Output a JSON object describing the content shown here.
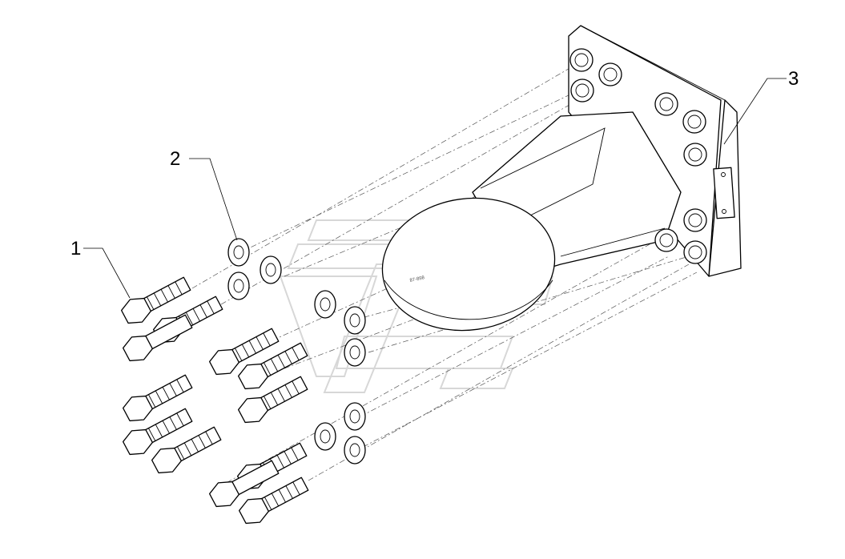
{
  "callouts": [
    {
      "id": "bolt",
      "label": "1"
    },
    {
      "id": "washer",
      "label": "2"
    },
    {
      "id": "bracket",
      "label": "3"
    }
  ],
  "colors": {
    "line": "#000000",
    "background": "#ffffff",
    "watermark": "#d7d7d7"
  }
}
